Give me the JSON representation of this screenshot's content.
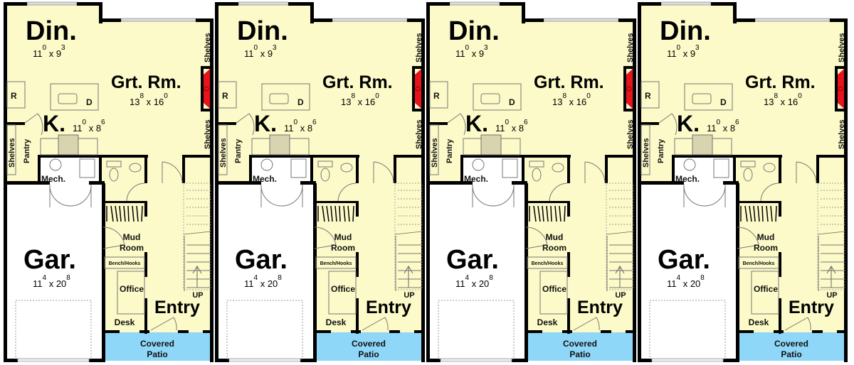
{
  "colors": {
    "floor": "#FCFAC8",
    "patio": "#8FD7F8",
    "fireplace": "#E8141B",
    "garage": "#FFFFFF",
    "wall": "#000000"
  },
  "units": [
    {
      "dining": {
        "name": "Din.",
        "w": "11",
        "wi": "0",
        "h": "9",
        "hi": "3"
      },
      "great_room": {
        "name": "Grt. Rm.",
        "w": "13",
        "wi": "8",
        "h": "16",
        "hi": "0"
      },
      "kitchen": {
        "name": "K.",
        "w": "11",
        "wi": "0",
        "h": "8",
        "hi": "6"
      },
      "garage": {
        "name": "Gar.",
        "w": "11",
        "wi": "4",
        "h": "20",
        "hi": "8"
      },
      "shelves_top": "Shelves",
      "shelves_bottom": "Shelves",
      "shelves_pantry": "Shelves",
      "pantry": "Pantry",
      "mech": "Mech.",
      "fridge": "R",
      "dishwasher": "D",
      "mud_1": "Mud",
      "mud_2": "Room",
      "bench": "Bench/Hooks",
      "office": "Office",
      "desk": "Desk",
      "entry": "Entry",
      "up": "UP",
      "patio_1": "Covered",
      "patio_2": "Patio",
      "x": "x"
    },
    {
      "dining": {
        "name": "Din.",
        "w": "11",
        "wi": "0",
        "h": "9",
        "hi": "3"
      },
      "great_room": {
        "name": "Grt. Rm.",
        "w": "13",
        "wi": "8",
        "h": "16",
        "hi": "0"
      },
      "kitchen": {
        "name": "K.",
        "w": "11",
        "wi": "0",
        "h": "8",
        "hi": "6"
      },
      "garage": {
        "name": "Gar.",
        "w": "11",
        "wi": "4",
        "h": "20",
        "hi": "8"
      },
      "shelves_top": "Shelves",
      "shelves_bottom": "Shelves",
      "shelves_pantry": "Shelves",
      "pantry": "Pantry",
      "mech": "Mech.",
      "fridge": "R",
      "dishwasher": "D",
      "mud_1": "Mud",
      "mud_2": "Room",
      "bench": "Bench/Hooks",
      "office": "Office",
      "desk": "Desk",
      "entry": "Entry",
      "up": "UP",
      "patio_1": "Covered",
      "patio_2": "Patio",
      "x": "x"
    },
    {
      "dining": {
        "name": "Din.",
        "w": "11",
        "wi": "0",
        "h": "9",
        "hi": "3"
      },
      "great_room": {
        "name": "Grt. Rm.",
        "w": "13",
        "wi": "8",
        "h": "16",
        "hi": "0"
      },
      "kitchen": {
        "name": "K.",
        "w": "11",
        "wi": "0",
        "h": "8",
        "hi": "6"
      },
      "garage": {
        "name": "Gar.",
        "w": "11",
        "wi": "4",
        "h": "20",
        "hi": "8"
      },
      "shelves_top": "Shelves",
      "shelves_bottom": "Shelves",
      "shelves_pantry": "Shelves",
      "pantry": "Pantry",
      "mech": "Mech.",
      "fridge": "R",
      "dishwasher": "D",
      "mud_1": "Mud",
      "mud_2": "Room",
      "bench": "Bench/Hooks",
      "office": "Office",
      "desk": "Desk",
      "entry": "Entry",
      "up": "UP",
      "patio_1": "Covered",
      "patio_2": "Patio",
      "x": "x"
    },
    {
      "dining": {
        "name": "Din.",
        "w": "11",
        "wi": "0",
        "h": "9",
        "hi": "3"
      },
      "great_room": {
        "name": "Grt. Rm.",
        "w": "13",
        "wi": "8",
        "h": "16",
        "hi": "0"
      },
      "kitchen": {
        "name": "K.",
        "w": "11",
        "wi": "0",
        "h": "8",
        "hi": "6"
      },
      "garage": {
        "name": "Gar.",
        "w": "11",
        "wi": "4",
        "h": "20",
        "hi": "8"
      },
      "shelves_top": "Shelves",
      "shelves_bottom": "Shelves",
      "shelves_pantry": "Shelves",
      "pantry": "Pantry",
      "mech": "Mech.",
      "fridge": "R",
      "dishwasher": "D",
      "mud_1": "Mud",
      "mud_2": "Room",
      "bench": "Bench/Hooks",
      "office": "Office",
      "desk": "Desk",
      "entry": "Entry",
      "up": "UP",
      "patio_1": "Covered",
      "patio_2": "Patio",
      "x": "x"
    }
  ]
}
